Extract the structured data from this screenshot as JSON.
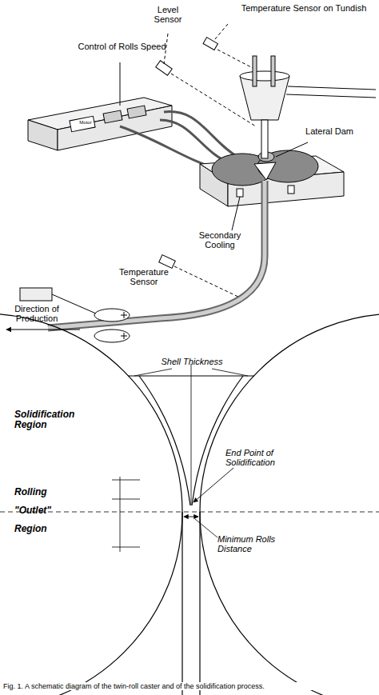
{
  "diagram": {
    "caption": "Fig. 1. A schematic diagram of the twin-roll caster and of the solidification process.",
    "labels": [
      "Level Sensor",
      "Temperature Sensor on Tundish",
      "Control of Rolls Speed",
      "Motor",
      "Lateral Dam",
      "Secondary Cooling",
      "Temperature Sensor",
      "Direction of Production",
      "Shell Thickness",
      "Solidification Region",
      "End Point of Solidification",
      "Rolling \"Outlet\" Region",
      "Minimum Rolls Distance"
    ]
  }
}
